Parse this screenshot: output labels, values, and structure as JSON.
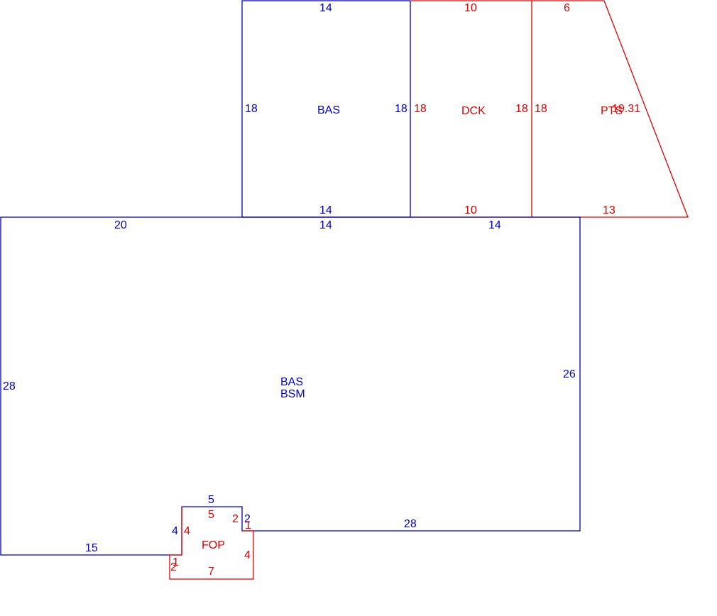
{
  "areas": {
    "bas_upper": {
      "label": "BAS",
      "color": "#0000c0"
    },
    "dck": {
      "label": "DCK",
      "color": "#e00000"
    },
    "pts": {
      "label": "PTS",
      "color": "#e00000"
    },
    "bas_main": {
      "label_line1": "BAS",
      "label_line2": "BSM",
      "color": "#0000c0"
    },
    "fop": {
      "label": "FOP",
      "color": "#e00000"
    }
  },
  "dimensions": {
    "bas_upper": {
      "top": "14",
      "left": "18",
      "right": "18",
      "bottom": "14"
    },
    "dck": {
      "top": "10",
      "left": "18",
      "right": "18",
      "bottom": "10"
    },
    "pts": {
      "top": "6",
      "left": "18",
      "slant": "19.31",
      "bottom": "13"
    },
    "bas_main": {
      "top_left": "20",
      "top_mid": "14",
      "top_right": "14",
      "left": "28",
      "right": "26",
      "bottom_right": "28",
      "bottom_left": "15",
      "notch_top": "5",
      "notch_left": "4",
      "notch_right": "2"
    },
    "fop": {
      "top": "5",
      "left_upper": "4",
      "step_right": "2",
      "step_down": "1",
      "right": "4",
      "bottom": "7",
      "left_lower_a": "1",
      "left_lower_b": "2"
    }
  }
}
